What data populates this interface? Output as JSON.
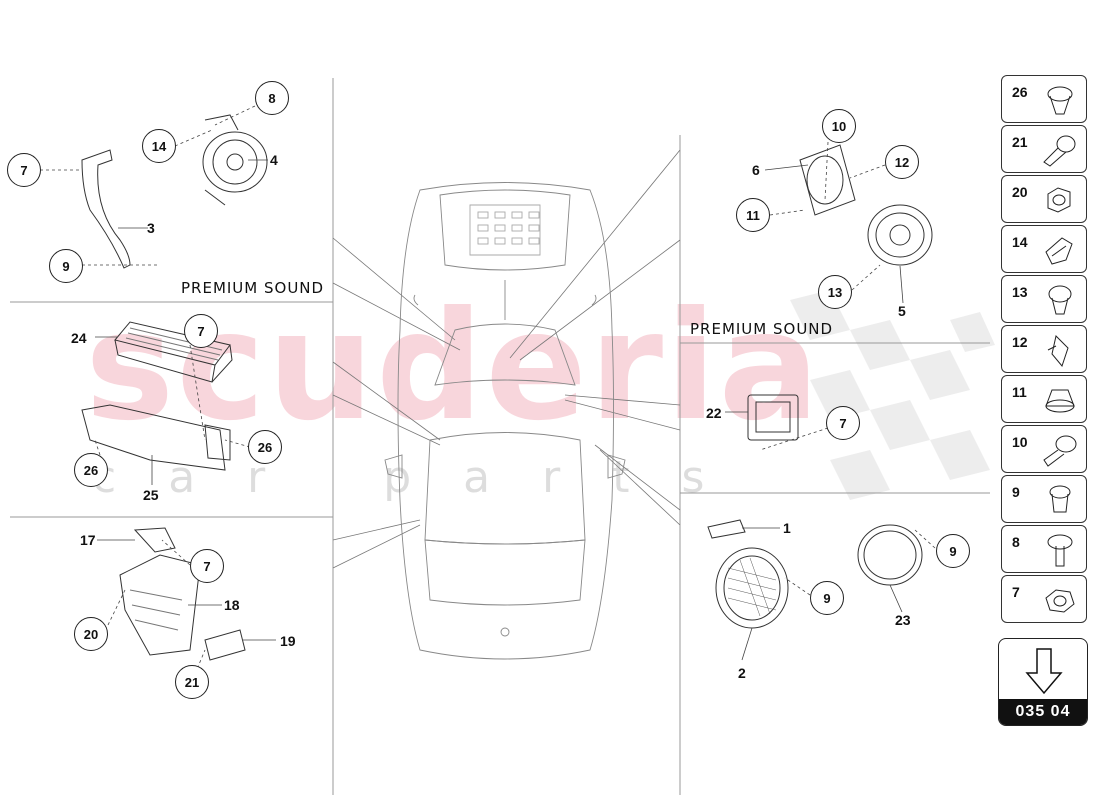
{
  "watermark": {
    "main": "scuderia",
    "sub": "car parts"
  },
  "labels": {
    "premium_left": "PREMIUM SOUND",
    "premium_right": "PREMIUM SOUND"
  },
  "parts": {
    "p1": "1",
    "p2": "2",
    "p3": "3",
    "p4": "4",
    "p5": "5",
    "p6": "6",
    "p17": "17",
    "p18": "18",
    "p19": "19",
    "p22": "22",
    "p23": "23",
    "p24": "24",
    "p25": "25"
  },
  "callouts": {
    "c7_a": "7",
    "c8": "8",
    "c14": "14",
    "c9_a": "9",
    "c7_b": "7",
    "c26_a": "26",
    "c26_b": "26",
    "c7_c": "7",
    "c20": "20",
    "c21": "21",
    "c10": "10",
    "c12": "12",
    "c11": "11",
    "c13": "13",
    "c7_d": "7",
    "c9_b": "9",
    "c9_c": "9"
  },
  "sidebar": [
    "26",
    "21",
    "20",
    "14",
    "13",
    "12",
    "11",
    "10",
    "9",
    "8",
    "7"
  ],
  "page_ref": "035 04",
  "icons": {
    "page_arrow": "arrow-down-icon"
  }
}
